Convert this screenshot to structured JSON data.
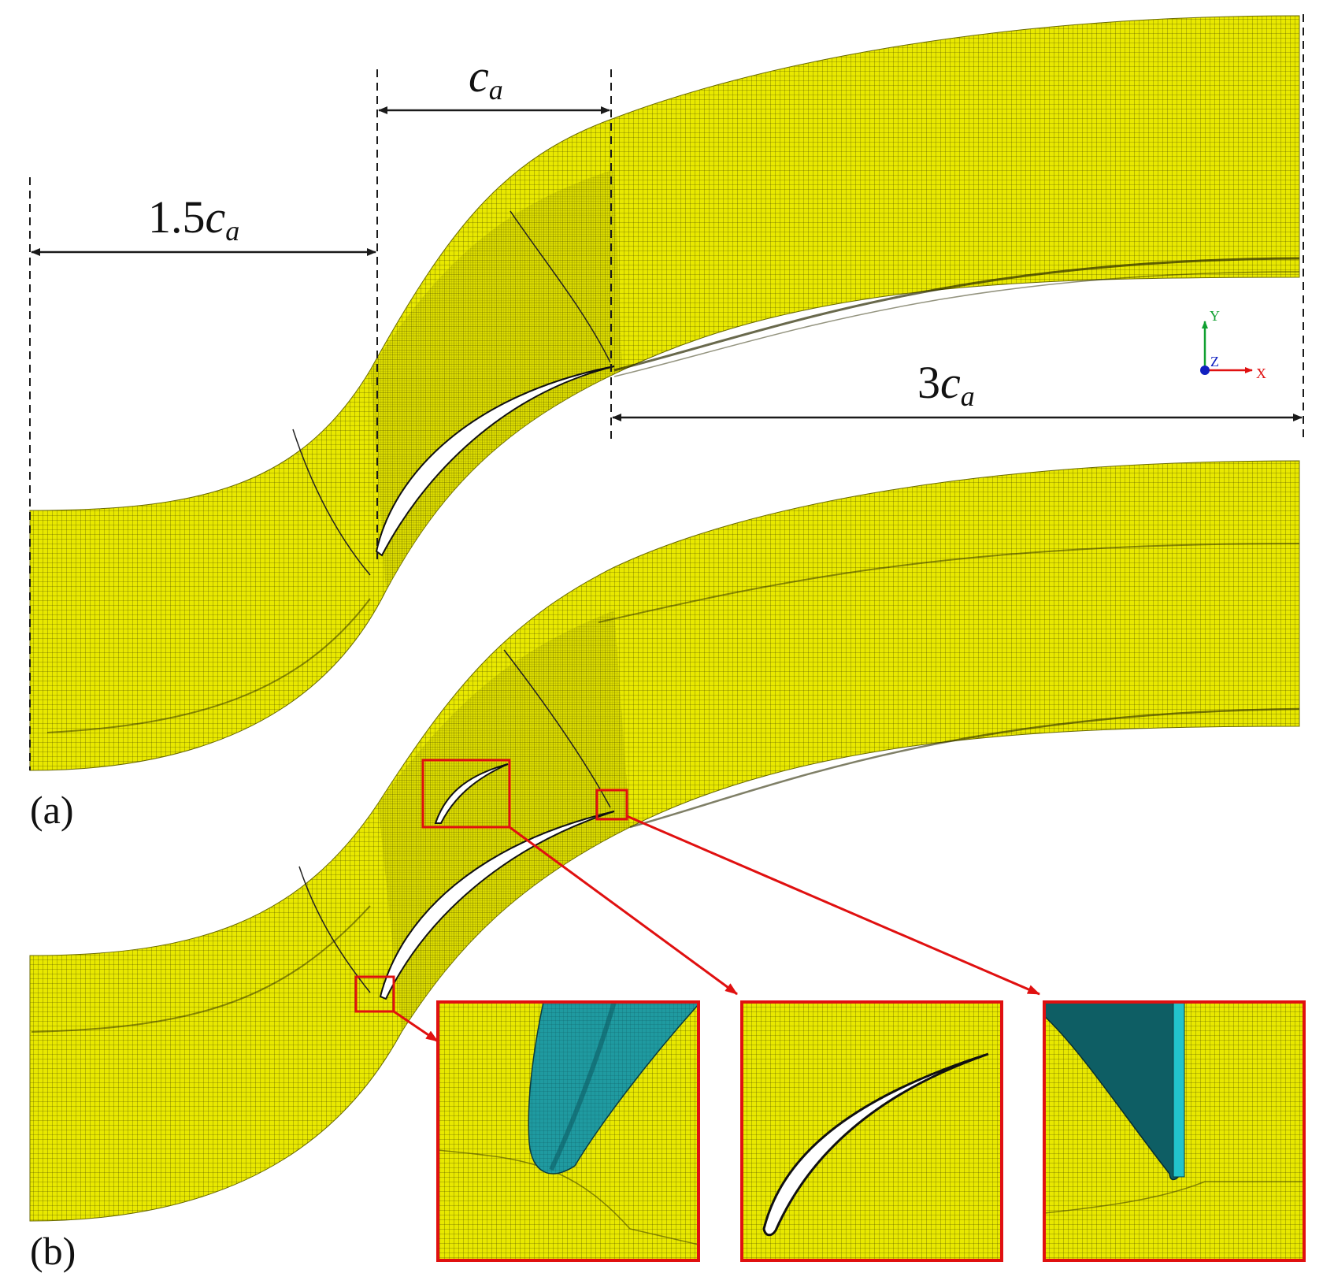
{
  "colors": {
    "mesh": "#e8e800",
    "mesh_line": "#1a1a00",
    "blade_surface": "#1f9aa0",
    "blade_dark": "#0e5e64",
    "callout": "#e01010",
    "dimension": "#1a1a1a",
    "axis_x": "#e01010",
    "axis_y": "#10a030",
    "axis_z": "#1020c0"
  },
  "dimensions": {
    "ca": {
      "base": "c",
      "sub": "a"
    },
    "upstream": {
      "prefix": "1.5",
      "base": "c",
      "sub": "a"
    },
    "downstream": {
      "prefix": "3",
      "base": "c",
      "sub": "a"
    }
  },
  "axes": {
    "x": "X",
    "y": "Y",
    "z": "Z"
  },
  "panels": {
    "a": "(a)",
    "b": "(b)"
  },
  "insets": [
    {
      "id": "leading-edge-detail",
      "icon": "blade-leading-edge-3d"
    },
    {
      "id": "tandem-front-blade-detail",
      "icon": "airfoil-section"
    },
    {
      "id": "trailing-edge-detail",
      "icon": "blade-trailing-edge-3d"
    }
  ]
}
